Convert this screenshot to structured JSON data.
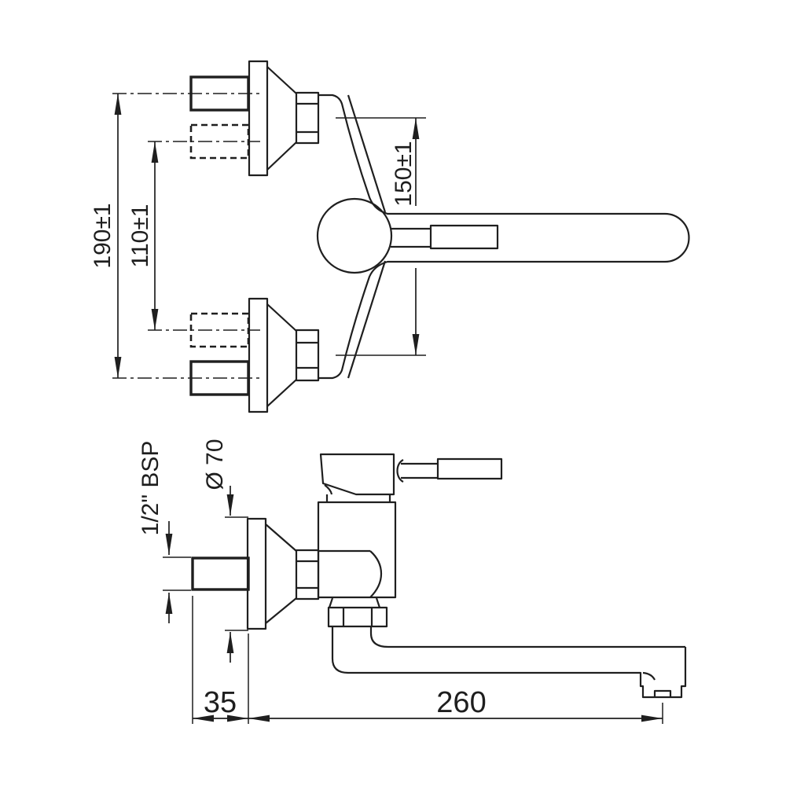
{
  "drawing_type": "technical-dimension-drawing",
  "subject": "wall-mounted single lever mixer tap, two orthographic views",
  "colors": {
    "background": "#ffffff",
    "line": "#1f1f1f",
    "text": "#1e1e1e"
  },
  "views": {
    "plan": {
      "name": "plan-view-with-wall-connections",
      "dimensions": {
        "d190": "190±1",
        "d110": "110±1",
        "d150": "150±1"
      }
    },
    "side": {
      "name": "side-elevation-with-spout",
      "dimensions": {
        "bsp": "1/2\" BSP",
        "dia": "Ø 70",
        "d35": "35",
        "d260": "260"
      }
    }
  }
}
